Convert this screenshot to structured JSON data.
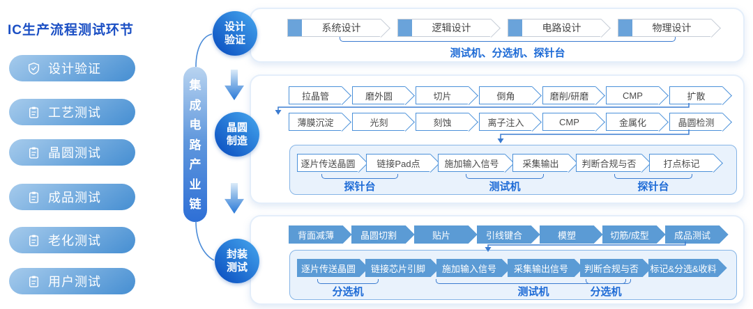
{
  "title": "IC生产流程测试环节",
  "sidebar": {
    "items": [
      {
        "label": "设计验证",
        "icon": "shield-check-icon"
      },
      {
        "label": "工艺测试",
        "icon": "clipboard-icon"
      },
      {
        "label": "晶圆测试",
        "icon": "clipboard-icon"
      },
      {
        "label": "成品测试",
        "icon": "clipboard-icon"
      },
      {
        "label": "老化测试",
        "icon": "clipboard-icon"
      },
      {
        "label": "用户测试",
        "icon": "clipboard-icon"
      }
    ]
  },
  "chain_label": "集成电路产业链",
  "stages": [
    {
      "line1": "设计",
      "line2": "验证"
    },
    {
      "line1": "晶圆",
      "line2": "制造"
    },
    {
      "line1": "封装",
      "line2": "测试"
    }
  ],
  "design": {
    "steps": [
      "系统设计",
      "逻辑设计",
      "电路设计",
      "物理设计"
    ],
    "caption": "测试机、分选机、探针台"
  },
  "wafer": {
    "row1": [
      "拉晶管",
      "磨外圆",
      "切片",
      "倒角",
      "磨削/研磨",
      "CMP",
      "扩散"
    ],
    "row2": [
      "薄膜沉淀",
      "光刻",
      "刻蚀",
      "离子注入",
      "CMP",
      "金属化",
      "晶圆检测"
    ],
    "test": [
      "逐片传送晶圆",
      "链接Pad点",
      "施加输入信号",
      "采集输出",
      "判断合规与否",
      "打点标记"
    ],
    "groups": [
      "探针台",
      "测试机",
      "探针台"
    ]
  },
  "package": {
    "row1": [
      "背面减薄",
      "晶圆切割",
      "贴片",
      "引线键合",
      "模塑",
      "切筋/成型",
      "成品测试"
    ],
    "test": [
      "逐片传送晶圆",
      "链接芯片引脚",
      "施加输入信号",
      "采集输出信号",
      "判断合规与否",
      "标记&分选&收料"
    ],
    "groups": [
      "分选机",
      "测试机",
      "分选机"
    ]
  },
  "colors": {
    "title": "#1b4fc4",
    "accent": "#1e6bd6",
    "connector": "#3a7bd0",
    "pill_gradient_from": "#a6cbec",
    "pill_gradient_to": "#4d93d4",
    "chain_gradient_from": "#b9d4f0",
    "chain_gradient_to": "#2e6fd6",
    "node_gradient_from": "#46a7ee",
    "node_gradient_to": "#1158c5",
    "step_filled": "#5b9bd5",
    "step_outline": "#4a90d9",
    "subpanel_bg": "#e9f2fc",
    "subpanel_border": "#85b4e6"
  }
}
